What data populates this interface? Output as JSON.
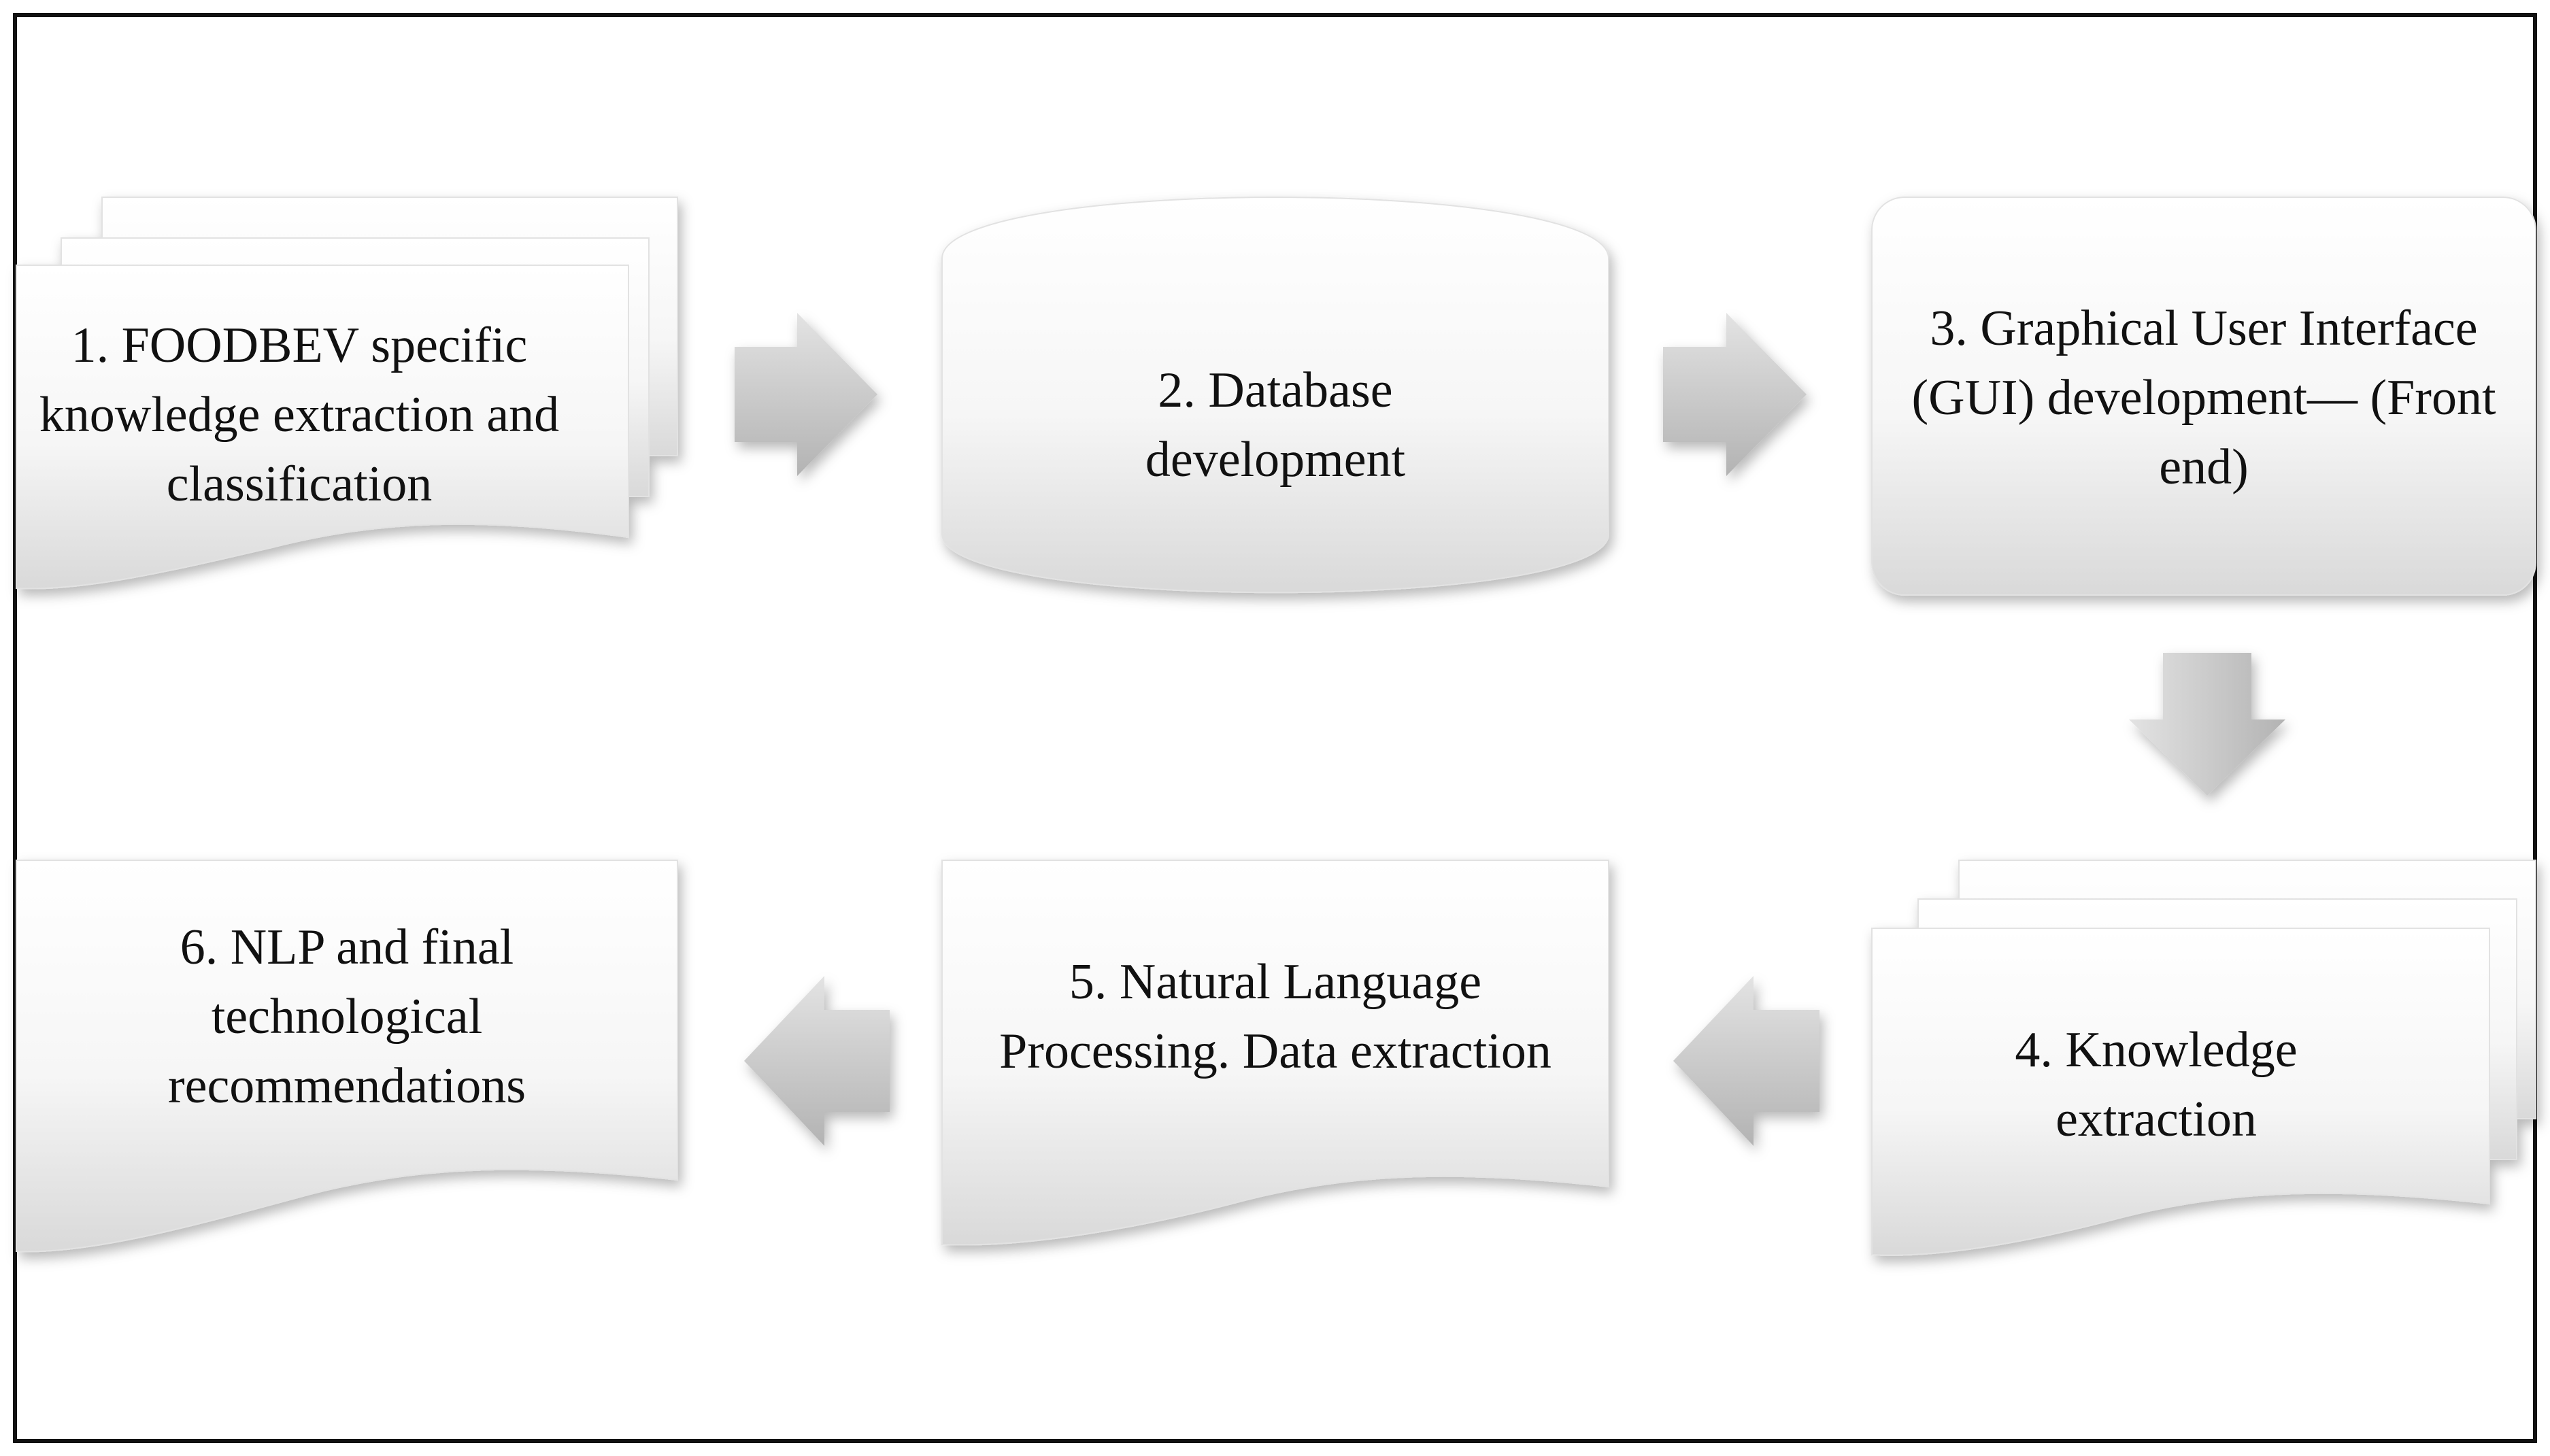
{
  "diagram": {
    "nodes": [
      {
        "id": "step-1",
        "shape": "multidocument",
        "label": "1. FOODBEV specific knowledge extraction and classification"
      },
      {
        "id": "step-2",
        "shape": "cylinder",
        "label": "2. Database development"
      },
      {
        "id": "step-3",
        "shape": "rounded-rectangle",
        "label": "3. Graphical User Interface (GUI) development— (Front end)"
      },
      {
        "id": "step-4",
        "shape": "multidocument",
        "label": "4. Knowledge extraction"
      },
      {
        "id": "step-5",
        "shape": "document",
        "label": "5. Natural Language Processing. Data extraction"
      },
      {
        "id": "step-6",
        "shape": "document",
        "label": "6. NLP and final technological recommendations"
      }
    ],
    "edges": [
      {
        "from": "step-1",
        "to": "step-2"
      },
      {
        "from": "step-2",
        "to": "step-3"
      },
      {
        "from": "step-3",
        "to": "step-4"
      },
      {
        "from": "step-4",
        "to": "step-5"
      },
      {
        "from": "step-5",
        "to": "step-6"
      }
    ],
    "colors": {
      "shape_fill_top": "#ffffff",
      "shape_fill_bottom": "#d9d9d9",
      "arrow_fill_light": "#e3e3e3",
      "arrow_fill_dark": "#b3b3b3",
      "frame": "#111111"
    }
  }
}
